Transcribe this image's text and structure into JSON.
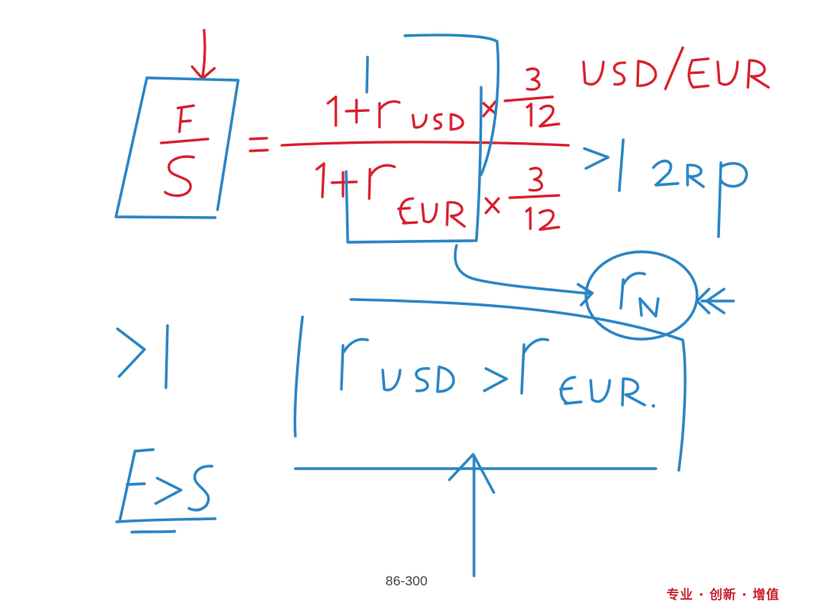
{
  "slide": {
    "page_number": "86-300",
    "slogan": "专业 · 创新 · 增值"
  },
  "handwriting": {
    "fraction_numerator": "F",
    "fraction_denominator": "S",
    "rhs_numerator": "1+r USD × 3/12",
    "rhs_denominator": "1+r EUR × 3/12",
    "pair": "USD/EUR",
    "result_sign": ">1 2Rp",
    "circled_term": "r N",
    "comparison": "r USD > r EUR.",
    "left_result": ">1",
    "conclusion": "F>S"
  },
  "colors": {
    "red_ink": "#d8202f",
    "blue_ink": "#2b86c5"
  }
}
